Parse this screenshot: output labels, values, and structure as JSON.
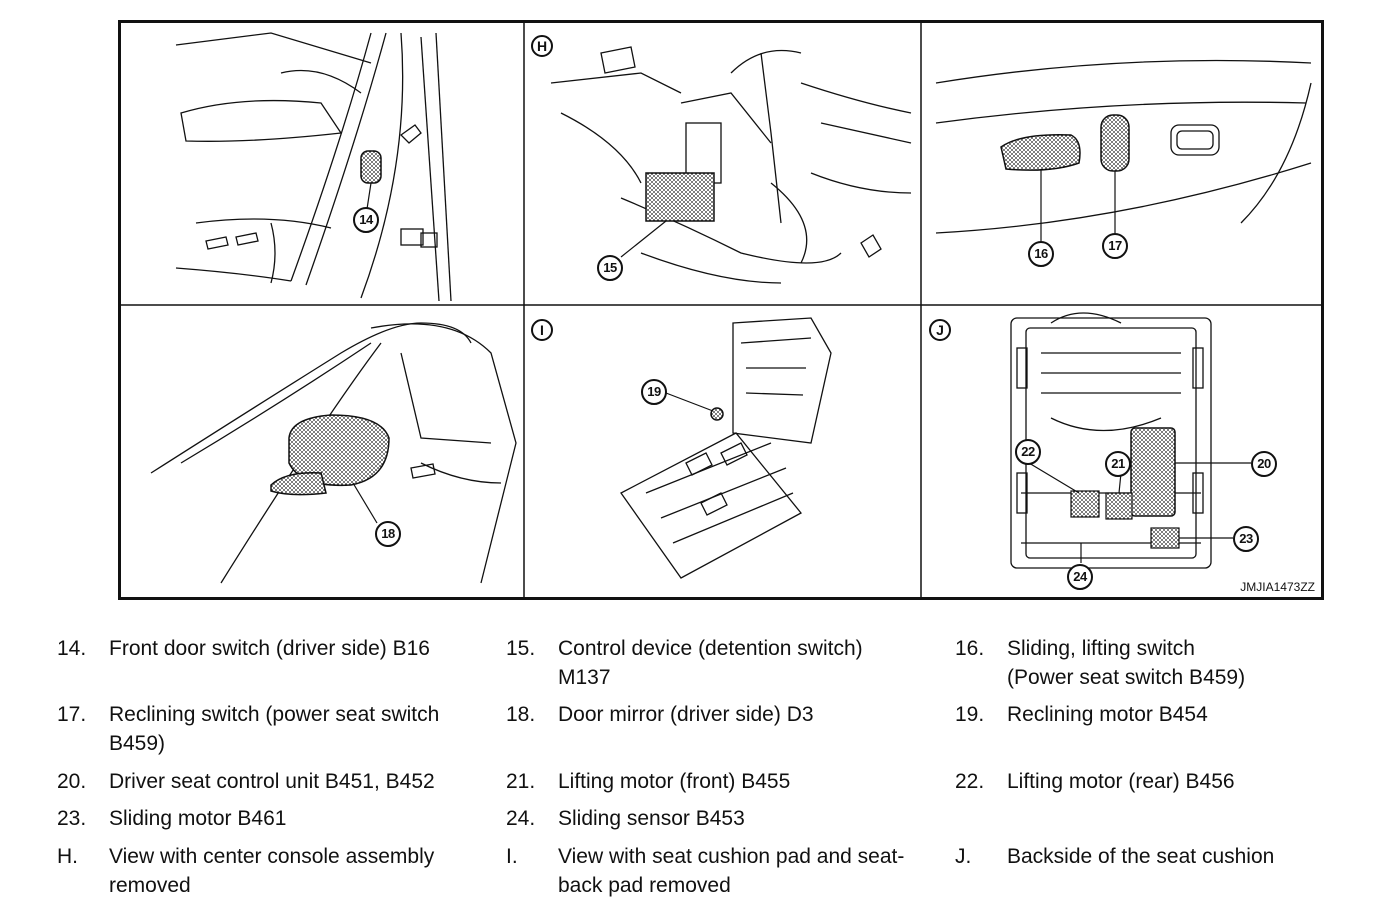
{
  "diagram": {
    "panels": [
      {
        "id": "top-left",
        "label": ""
      },
      {
        "id": "H",
        "label": "H"
      },
      {
        "id": "top-right",
        "label": ""
      },
      {
        "id": "bottom-left",
        "label": ""
      },
      {
        "id": "I",
        "label": "I"
      },
      {
        "id": "J",
        "label": "J"
      }
    ],
    "callouts": [
      "14",
      "15",
      "16",
      "17",
      "18",
      "19",
      "20",
      "21",
      "22",
      "23",
      "24"
    ],
    "figure_code": "JMJIA1473ZZ"
  },
  "legend": [
    {
      "num": "14.",
      "text": "Front door switch (driver side) B16"
    },
    {
      "num": "15.",
      "text": "Control device (detention switch)\nM137"
    },
    {
      "num": "16.",
      "text": "Sliding, lifting switch\n (Power seat switch B459)"
    },
    {
      "num": "17.",
      "text": "Reclining switch (power seat switch\nB459)"
    },
    {
      "num": "18.",
      "text": " Door mirror (driver side) D3"
    },
    {
      "num": "19.",
      "text": "Reclining motor B454"
    },
    {
      "num": "20.",
      "text": " Driver seat control unit B451, B452"
    },
    {
      "num": "21.",
      "text": "Lifting motor (front) B455"
    },
    {
      "num": "22.",
      "text": "Lifting motor (rear) B456"
    },
    {
      "num": "23.",
      "text": "Sliding motor B461"
    },
    {
      "num": "24.",
      "text": "Sliding sensor B453"
    },
    {
      "num": "H.",
      "text": "View with center console assembly\nremoved"
    },
    {
      "num": "I.",
      "text": "View with seat cushion pad and seat-\nback pad removed"
    },
    {
      "num": "J.",
      "text": "Backside of the seat cushion"
    }
  ]
}
